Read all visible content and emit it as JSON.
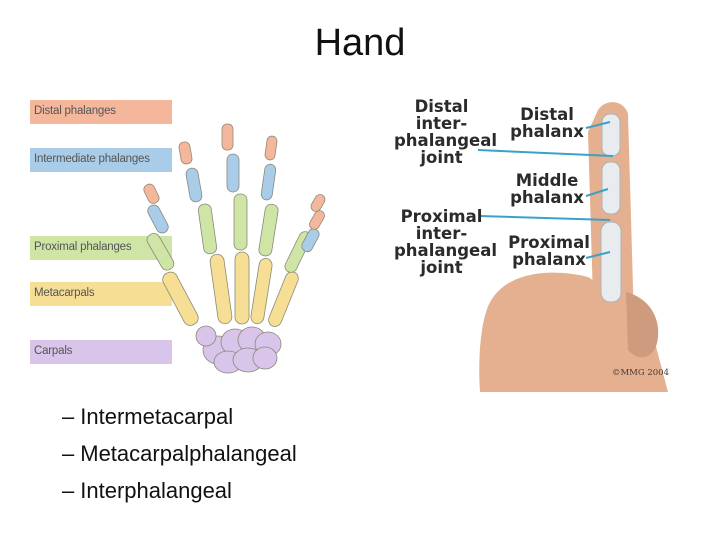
{
  "title": "Hand",
  "hand_diagram": {
    "labels": [
      {
        "text": "Distal phalanges",
        "color": "#f5b79b"
      },
      {
        "text": "Intermediate phalanges",
        "color": "#a9cde8"
      },
      {
        "text": "Proximal phalanges",
        "color": "#cfe5a6"
      },
      {
        "text": "Metacarpals",
        "color": "#f6de95"
      },
      {
        "text": "Carpals",
        "color": "#d9c4ea"
      }
    ]
  },
  "finger_diagram": {
    "annotations": {
      "dip_joint": "Distal\ninter-\nphalangeal\njoint",
      "distal_phalanx": "Distal\nphalanx",
      "middle_phalanx": "Middle\nphalanx",
      "pip_joint": "Proximal\ninter-\nphalangeal\njoint",
      "proximal_phalanx": "Proximal\nphalanx"
    },
    "credit": "©MMG 2004",
    "skin_color": "#e4b08f",
    "line_color": "#3aa2c8"
  },
  "bullets": [
    "Intermetacarpal",
    "Metacarpalphalangeal",
    "Interphalangeal"
  ],
  "bullet_marker": "–"
}
